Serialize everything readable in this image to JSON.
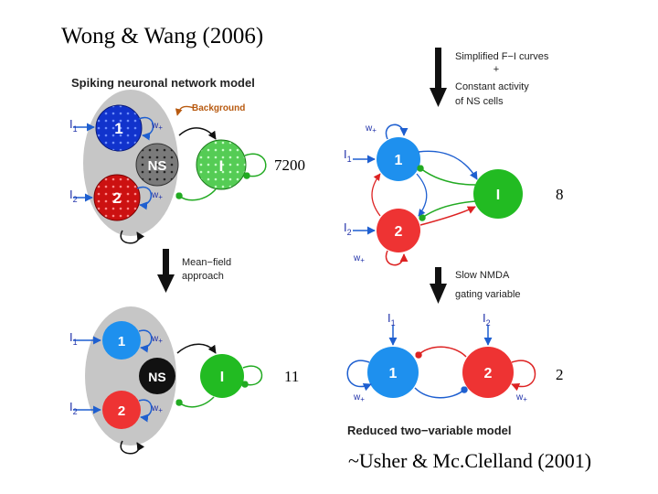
{
  "title": "Wong & Wang (2006)",
  "footer_reference": "~Usher & Mc.Clelland (2001)",
  "panels": {
    "spiking": {
      "heading": "Spiking neuronal network model",
      "background_label": "Background",
      "input_1": "I",
      "input_1_sub": "1",
      "input_2": "I",
      "input_2_sub": "2",
      "pop_1": "1",
      "pop_2": "2",
      "pop_ns": "NS",
      "pop_inh": "I",
      "w_plus_1": "w",
      "w_plus_2": "w",
      "w_plus_sub": "+",
      "count": "7200"
    },
    "mean_field": {
      "input_1": "I",
      "input_1_sub": "1",
      "input_2": "I",
      "input_2_sub": "2",
      "pop_1": "1",
      "pop_2": "2",
      "pop_ns": "NS",
      "pop_inh": "I",
      "w_plus_1": "w",
      "w_plus_2": "w",
      "w_plus_sub": "+",
      "count": "11"
    },
    "simplified": {
      "input_1": "I",
      "input_1_sub": "1",
      "input_2": "I",
      "input_2_sub": "2",
      "pop_1": "1",
      "pop_2": "2",
      "pop_inh": "I",
      "w_plus_1": "w",
      "w_plus_2": "w",
      "w_plus_sub": "+",
      "count": "8"
    },
    "reduced": {
      "heading": "Reduced two−variable model",
      "input_1": "I",
      "input_1_sub": "1",
      "input_2": "I",
      "input_2_sub": "2",
      "pop_1": "1",
      "pop_2": "2",
      "w_plus_1": "w",
      "w_plus_2": "w",
      "w_plus_sub": "+",
      "count": "2"
    }
  },
  "steps": {
    "mean_field": [
      "Mean−field",
      "approach"
    ],
    "simplified": [
      "Simplified F−I curves",
      "+",
      "Constant activity",
      "of NS cells"
    ],
    "slow_nmda": [
      "Slow NMDA",
      "gating variable"
    ]
  },
  "colors": {
    "excitatory_blue": "#1e90ee",
    "excitatory_red": "#ee3333",
    "inhibitory_green": "#22bb22",
    "nonselective": "#111111",
    "spiking_blue": "#1133cc",
    "spiking_red": "#cc1111",
    "spiking_green": "#55cc55",
    "spiking_ns": "#777777",
    "background_label": "#b85a10",
    "input_label": "#2233aa",
    "grey_shell": "#c6c6c6"
  }
}
